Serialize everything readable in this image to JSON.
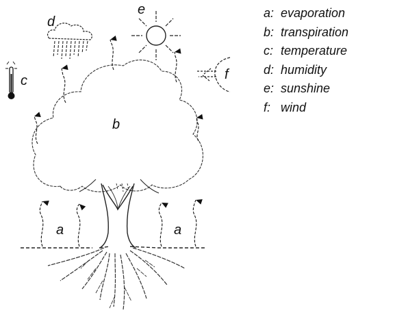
{
  "diagram": {
    "labels": {
      "evaporation_left": "a",
      "evaporation_right": "a",
      "transpiration": "b",
      "temperature": "c",
      "humidity": "d",
      "sunshine": "e",
      "wind": "f"
    },
    "legend": [
      {
        "key": "a:",
        "text": "evaporation"
      },
      {
        "key": "b:",
        "text": "transpiration"
      },
      {
        "key": "c:",
        "text": "temperature"
      },
      {
        "key": "d:",
        "text": "humidity"
      },
      {
        "key": "e:",
        "text": "sunshine"
      },
      {
        "key": "f:",
        "text": "wind"
      }
    ]
  }
}
